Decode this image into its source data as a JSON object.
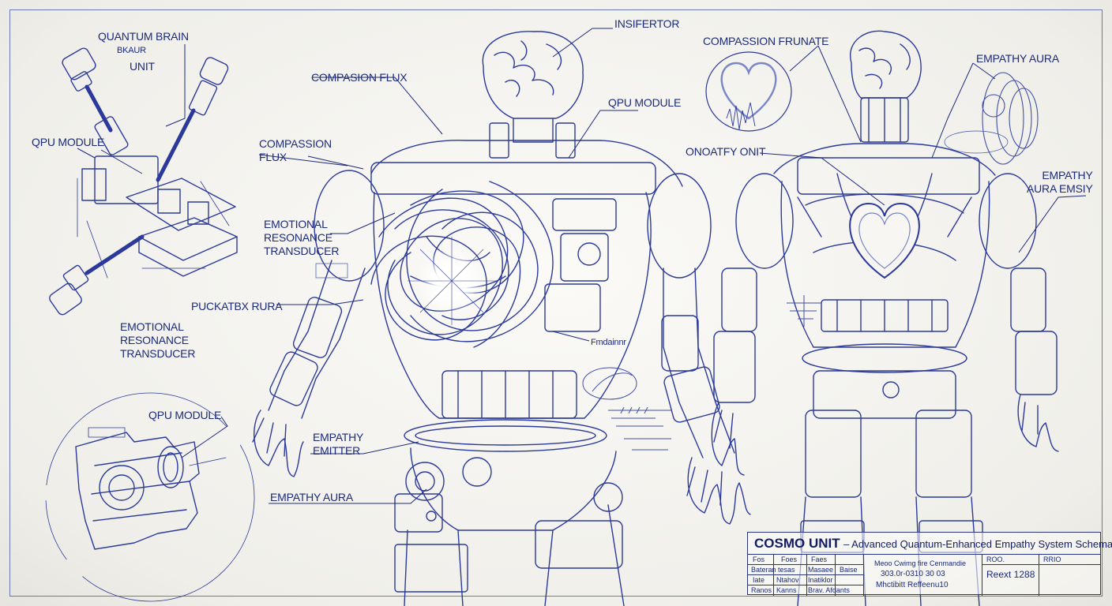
{
  "labels": {
    "quantum_brain": "QUANTUM BRAIN",
    "bkaur": "BKAUR",
    "unit": "UNIT",
    "qpu_left_top": "QPU MODULE",
    "emotional_left": "EMOTIONAL\nRESONANCE\nTRANSDUCER",
    "qpu_left_bottom": "QPU MODULE",
    "compasion_flux": "COMPASION FLUX",
    "compassion_flux_2": "COMPASSION\nFLUX",
    "emotional_center": "EMOTIONAL\nRESONANCE\nTRANSDUCER",
    "puckatbx_rura": "PUCKATBX RURA",
    "empathy_emitter": "EMPATHY\nEMITTER",
    "empathy_aura_center": "EMPATHY AURA",
    "insifertor": "INSIFERTOR",
    "qpu_center": "QPU MODULE",
    "fmdainnr": "Fmdainnr",
    "compassion_fruntate": "COMPASSION FRUNATE",
    "onoatfy_onit": "ONOATFY ONIT",
    "empathy_aura_right": "EMPATHY AURA",
    "empathy_aura_emsiy": "EMPATHY\nAURA EMSIY"
  },
  "title_block": {
    "title": "COSMO UNIT",
    "subtitle": "– Advanced Quantum-Enhanced Empathy System Schematic",
    "col1": [
      "Fos",
      "Bateran",
      "Iate",
      "Ranos"
    ],
    "col2": [
      "Foes",
      "tesas",
      "Ntahov",
      "Kanns"
    ],
    "col3": [
      "Faes",
      "Masaee",
      "Inatiklor",
      "Brav. Afdants"
    ],
    "col4": [
      "",
      "Baise",
      "",
      ""
    ],
    "center_lines": [
      "Meoo Cwimg fire Cenmandie",
      "303.0r-0310 30 03",
      "Mhctibitt Reffeenu10"
    ],
    "rev_head": "ROO.",
    "rev_value": "Reext 1288",
    "rio": "RRIO"
  }
}
